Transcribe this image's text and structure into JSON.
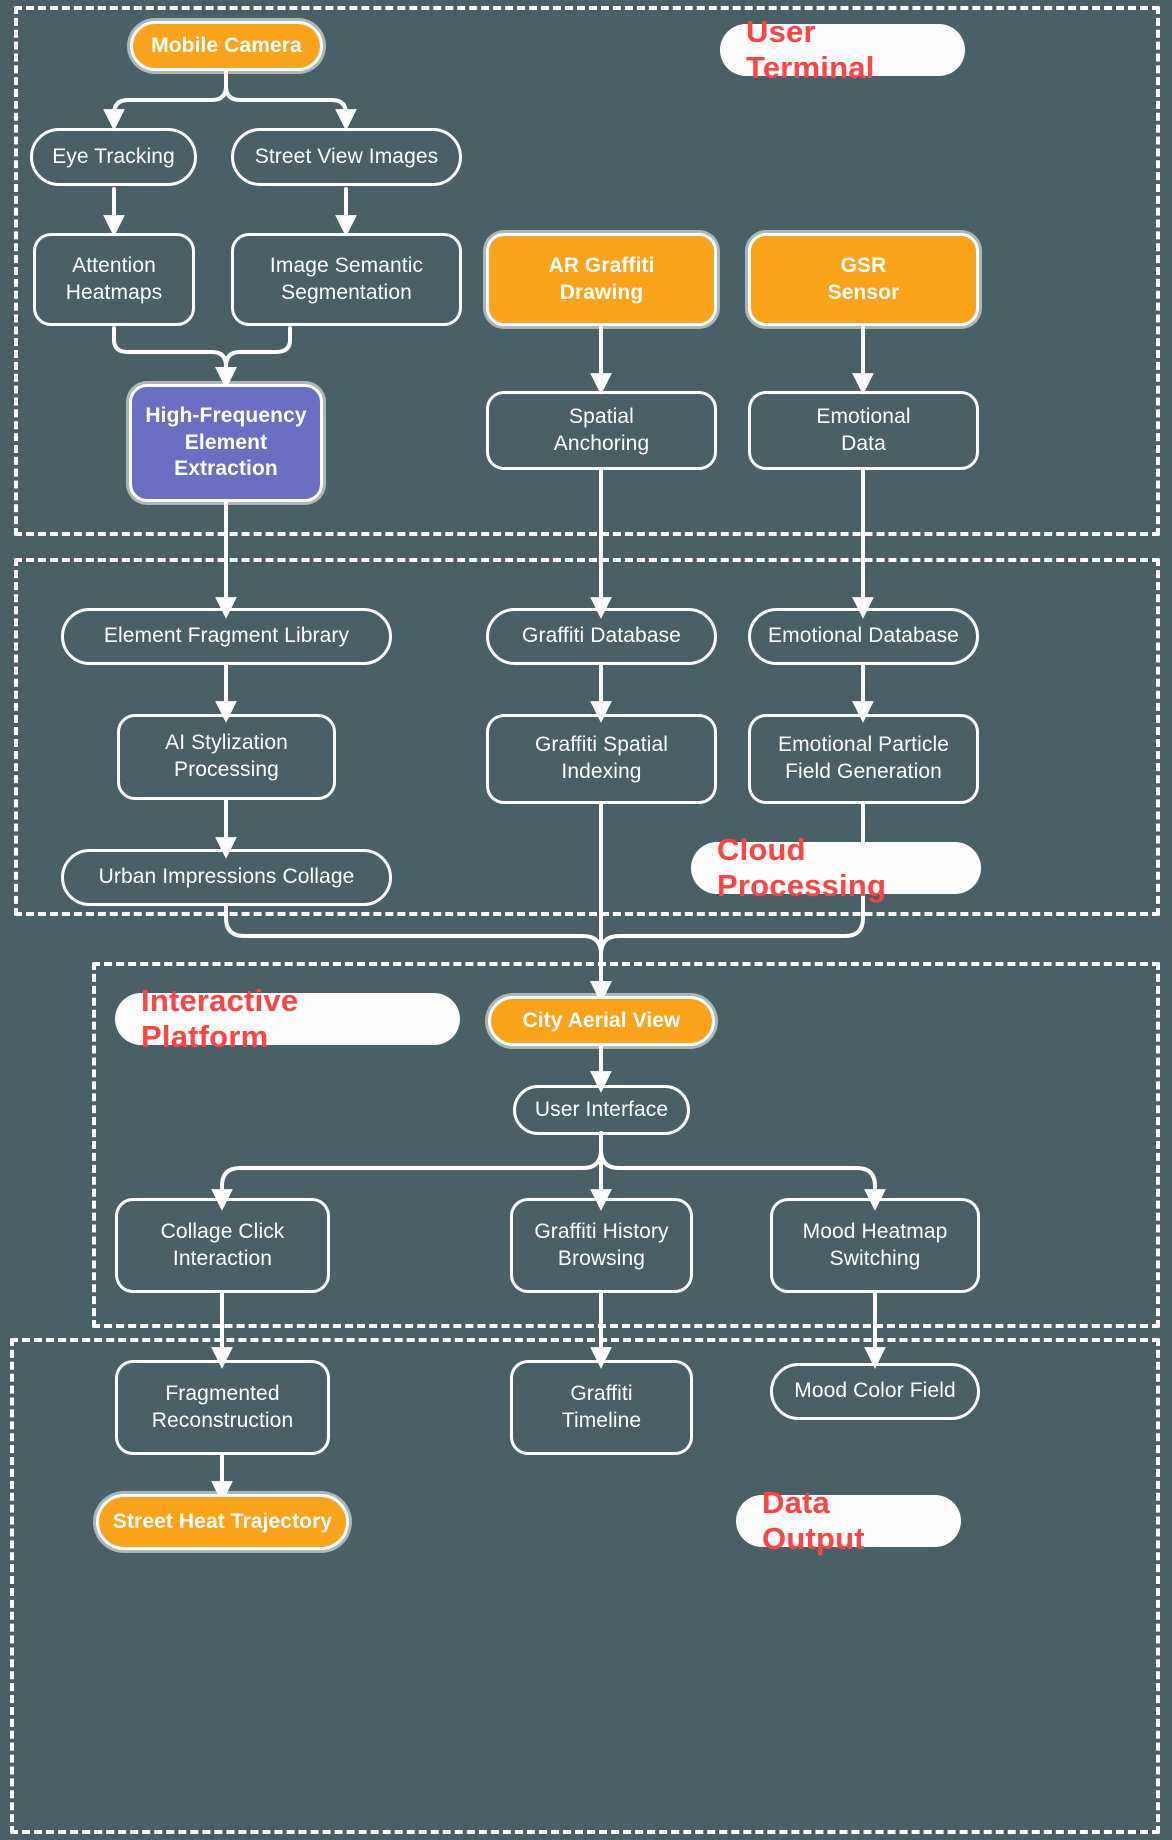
{
  "diagram": {
    "title": "Urban Perception AR System Flowchart",
    "background_color": "#4a6067",
    "node_border_color": "#ffffff",
    "accent_orange": "#fca31c",
    "accent_purple": "#6a6fc3",
    "section_label_color": "#ff4242",
    "section_label_bg": "#fdfdfd"
  },
  "sections": [
    {
      "id": "user-terminal",
      "label": "User Terminal"
    },
    {
      "id": "cloud-processing",
      "label": "Cloud Processing"
    },
    {
      "id": "interactive-platform",
      "label": "Interactive Platform"
    },
    {
      "id": "data-output",
      "label": "Data Output"
    }
  ],
  "nodes": {
    "mobile_camera": {
      "label": "Mobile Camera",
      "style": "orange"
    },
    "eye_tracking": {
      "label": "Eye Tracking",
      "style": "plain"
    },
    "street_view_images": {
      "label": "Street View Images",
      "style": "plain"
    },
    "attention_heatmaps_l1": {
      "label": "Attention",
      "style": "plain"
    },
    "attention_heatmaps_l2": {
      "label": "Heatmaps",
      "style": "plain"
    },
    "image_semantic_l1": {
      "label": "Image Semantic",
      "style": "plain"
    },
    "image_semantic_l2": {
      "label": "Segmentation",
      "style": "plain"
    },
    "ar_graffiti_l1": {
      "label": "AR Graffiti",
      "style": "orange"
    },
    "ar_graffiti_l2": {
      "label": "Drawing",
      "style": "orange"
    },
    "gsr_l1": {
      "label": "GSR",
      "style": "orange"
    },
    "gsr_l2": {
      "label": "Sensor",
      "style": "orange"
    },
    "high_freq_l1": {
      "label": "High-Frequency",
      "style": "purple"
    },
    "high_freq_l2": {
      "label": "Element",
      "style": "purple"
    },
    "high_freq_l3": {
      "label": "Extraction",
      "style": "purple"
    },
    "spatial_anchoring_l1": {
      "label": "Spatial",
      "style": "plain"
    },
    "spatial_anchoring_l2": {
      "label": "Anchoring",
      "style": "plain"
    },
    "emotional_data_l1": {
      "label": "Emotional",
      "style": "plain"
    },
    "emotional_data_l2": {
      "label": "Data",
      "style": "plain"
    },
    "element_fragment_library": {
      "label": "Element Fragment Library",
      "style": "plain"
    },
    "graffiti_database": {
      "label": "Graffiti Database",
      "style": "plain"
    },
    "emotional_database": {
      "label": "Emotional Database",
      "style": "plain"
    },
    "ai_stylization_l1": {
      "label": "AI Stylization",
      "style": "plain"
    },
    "ai_stylization_l2": {
      "label": "Processing",
      "style": "plain"
    },
    "graffiti_spatial_l1": {
      "label": "Graffiti Spatial",
      "style": "plain"
    },
    "graffiti_spatial_l2": {
      "label": "Indexing",
      "style": "plain"
    },
    "emotional_particle_l1": {
      "label": "Emotional Particle",
      "style": "plain"
    },
    "emotional_particle_l2": {
      "label": "Field Generation",
      "style": "plain"
    },
    "urban_impressions": {
      "label": "Urban Impressions Collage",
      "style": "plain"
    },
    "city_aerial_view": {
      "label": "City Aerial View",
      "style": "orange"
    },
    "user_interface": {
      "label": "User Interface",
      "style": "plain"
    },
    "collage_click_l1": {
      "label": "Collage Click",
      "style": "plain"
    },
    "collage_click_l2": {
      "label": "Interaction",
      "style": "plain"
    },
    "graffiti_history_l1": {
      "label": "Graffiti History",
      "style": "plain"
    },
    "graffiti_history_l2": {
      "label": "Browsing",
      "style": "plain"
    },
    "mood_heatmap_l1": {
      "label": "Mood Heatmap",
      "style": "plain"
    },
    "mood_heatmap_l2": {
      "label": "Switching",
      "style": "plain"
    },
    "fragmented_recon_l1": {
      "label": "Fragmented",
      "style": "plain"
    },
    "fragmented_recon_l2": {
      "label": "Reconstruction",
      "style": "plain"
    },
    "graffiti_timeline_l1": {
      "label": "Graffiti",
      "style": "plain"
    },
    "graffiti_timeline_l2": {
      "label": "Timeline",
      "style": "plain"
    },
    "mood_color_field": {
      "label": "Mood Color Field",
      "style": "plain"
    },
    "street_heat_trajectory": {
      "label": "Street Heat Trajectory",
      "style": "orange"
    }
  },
  "edges": [
    {
      "from": "mobile_camera",
      "to": "eye_tracking"
    },
    {
      "from": "mobile_camera",
      "to": "street_view_images"
    },
    {
      "from": "eye_tracking",
      "to": "attention_heatmaps"
    },
    {
      "from": "street_view_images",
      "to": "image_semantic_segmentation"
    },
    {
      "from": "attention_heatmaps",
      "to": "high_frequency_element_extraction"
    },
    {
      "from": "image_semantic_segmentation",
      "to": "high_frequency_element_extraction"
    },
    {
      "from": "ar_graffiti_drawing",
      "to": "spatial_anchoring"
    },
    {
      "from": "gsr_sensor",
      "to": "emotional_data"
    },
    {
      "from": "high_frequency_element_extraction",
      "to": "element_fragment_library"
    },
    {
      "from": "spatial_anchoring",
      "to": "graffiti_database"
    },
    {
      "from": "emotional_data",
      "to": "emotional_database"
    },
    {
      "from": "element_fragment_library",
      "to": "ai_stylization_processing"
    },
    {
      "from": "graffiti_database",
      "to": "graffiti_spatial_indexing"
    },
    {
      "from": "emotional_database",
      "to": "emotional_particle_field_generation"
    },
    {
      "from": "ai_stylization_processing",
      "to": "urban_impressions_collage"
    },
    {
      "from": "urban_impressions_collage",
      "to": "city_aerial_view"
    },
    {
      "from": "graffiti_spatial_indexing",
      "to": "city_aerial_view"
    },
    {
      "from": "emotional_particle_field_generation",
      "to": "city_aerial_view"
    },
    {
      "from": "city_aerial_view",
      "to": "user_interface"
    },
    {
      "from": "user_interface",
      "to": "collage_click_interaction"
    },
    {
      "from": "user_interface",
      "to": "graffiti_history_browsing"
    },
    {
      "from": "user_interface",
      "to": "mood_heatmap_switching"
    },
    {
      "from": "collage_click_interaction",
      "to": "fragmented_reconstruction"
    },
    {
      "from": "graffiti_history_browsing",
      "to": "graffiti_timeline"
    },
    {
      "from": "mood_heatmap_switching",
      "to": "mood_color_field"
    },
    {
      "from": "fragmented_reconstruction",
      "to": "street_heat_trajectory"
    }
  ]
}
